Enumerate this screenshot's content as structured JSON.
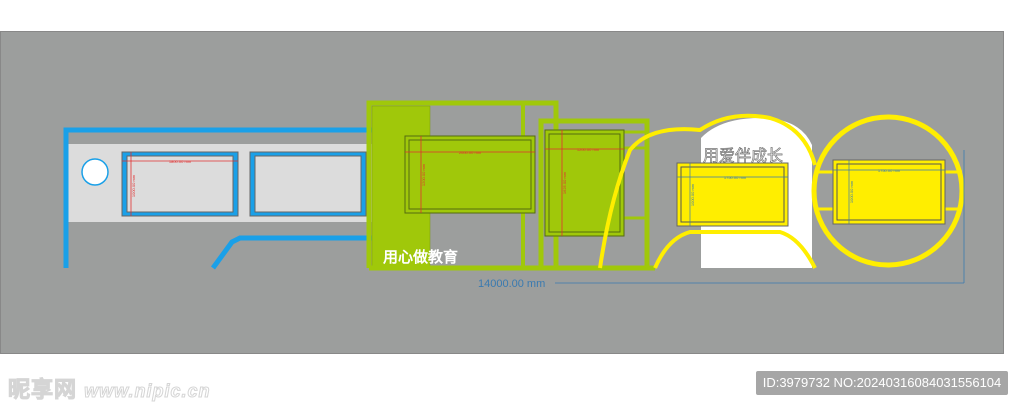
{
  "canvas": {
    "background": "#9c9e9d"
  },
  "colors": {
    "blue": "#1aa0e8",
    "green": "#a0c80a",
    "yellow": "#ffee00",
    "panel_gray": "#dcdcdc",
    "dim_red": "#e03030",
    "dim_blue": "#3a7ab0"
  },
  "sections": [
    {
      "name": "blue-section",
      "panels": [
        {
          "width_label": "1800.00 mm",
          "height_label": "1000.00 mm"
        },
        {
          "width_label": "",
          "height_label": ""
        }
      ]
    },
    {
      "name": "green-section",
      "slogan": "用心做教育",
      "panels": [
        {
          "width_label": "2000.00 mm",
          "height_label": "1200.00 mm"
        },
        {
          "width_label": "1200.00 mm",
          "height_label": "1625.00 mm"
        }
      ]
    },
    {
      "name": "yellow-section",
      "slogan": "用爱伴成长",
      "panels": [
        {
          "width_label": "1750.00 mm",
          "height_label": "1000.00 mm"
        },
        {
          "width_label": "1750.00 mm",
          "height_label": "1000.00 mm"
        }
      ]
    }
  ],
  "overall_dimension": "14000.00 mm",
  "footer": {
    "watermark_cn": "昵享网",
    "watermark_url": "www.nipic.cn",
    "id_text": "ID:3979732 NO:20240316084031556104"
  }
}
